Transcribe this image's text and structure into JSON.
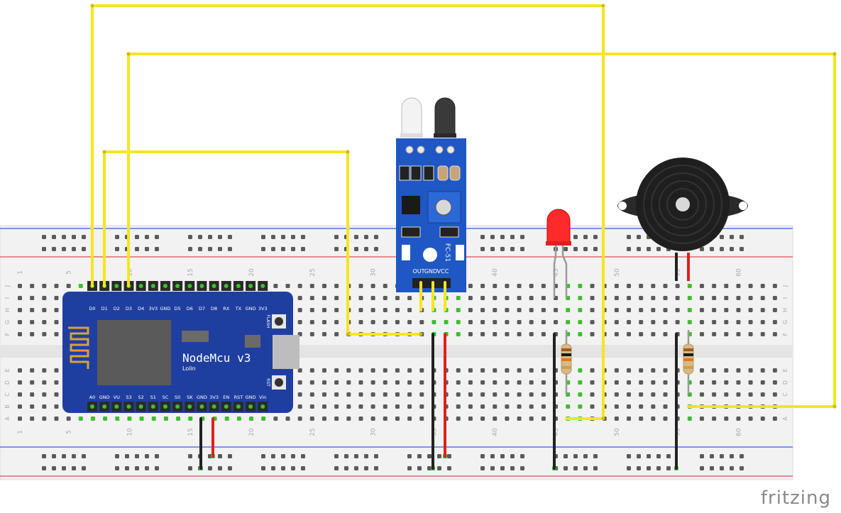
{
  "watermark": "fritzing",
  "breadboard": {
    "row_letters_top": [
      "J",
      "I",
      "H",
      "G",
      "F"
    ],
    "row_letters_bottom": [
      "E",
      "D",
      "C",
      "B",
      "A"
    ],
    "column_numbers": [
      "1",
      "5",
      "10",
      "15",
      "20",
      "25",
      "30",
      "35",
      "40",
      "45",
      "50",
      "55",
      "60"
    ]
  },
  "nodemcu": {
    "title": "NodeMcu v3",
    "subtitle": "Lolin",
    "top_pins": [
      "D0",
      "D1",
      "D2",
      "D3",
      "D4",
      "3V3",
      "GND",
      "D5",
      "D6",
      "D7",
      "D8",
      "RX",
      "TX",
      "GND",
      "3V3"
    ],
    "bottom_pins": [
      "A0",
      "GND",
      "VU",
      "S3",
      "S2",
      "S1",
      "SC",
      "S0",
      "SK",
      "GND",
      "3V3",
      "EN",
      "RST",
      "GND",
      "Vin"
    ],
    "flash_label": "FLASH",
    "rst_label": "RST"
  },
  "ir_sensor": {
    "model": "FC-51",
    "pins": [
      "OUT",
      "GND",
      "VCC"
    ]
  },
  "colors": {
    "wire_signal": "#f5e61e",
    "wire_gnd": "#222222",
    "wire_vcc": "#e0201b",
    "pcb_board": "#1f3fa0",
    "sensor_board": "#1f57c4",
    "breadboard": "#f2f2f2",
    "rail_blue": "#3b5bd6",
    "rail_red": "#e05050",
    "led_red": "#ff2a2a",
    "hole_green": "#3fbe2f"
  }
}
